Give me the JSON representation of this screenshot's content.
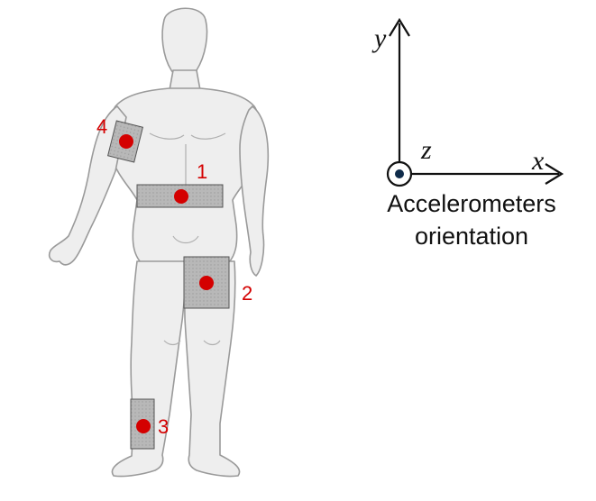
{
  "sensors": [
    {
      "id": "1",
      "label": "1"
    },
    {
      "id": "2",
      "label": "2"
    },
    {
      "id": "3",
      "label": "3"
    },
    {
      "id": "4",
      "label": "4"
    }
  ],
  "axes": {
    "x_label": "x",
    "y_label": "y",
    "z_label": "z"
  },
  "caption": {
    "line1": "Accelerometers",
    "line2": "orientation"
  },
  "colors": {
    "marker": "#d40000",
    "label": "#d40000",
    "patch": "#b3b3b3",
    "body_fill": "#eeeeee",
    "body_stroke": "#9a9a9a"
  }
}
